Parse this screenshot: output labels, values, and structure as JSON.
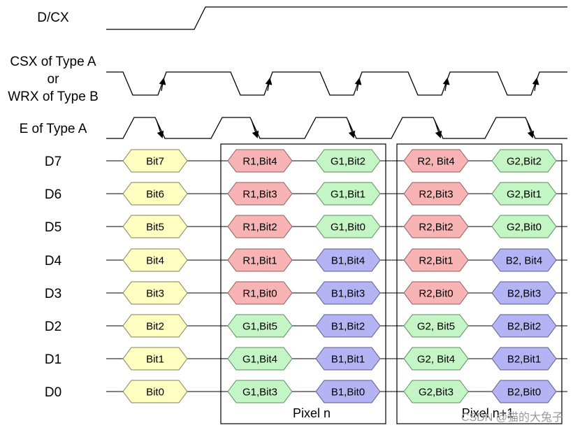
{
  "signals": {
    "dcx": "D/CX",
    "csx_line1": "CSX of Type A",
    "csx_line2": "or",
    "csx_line3": "WRX of Type B",
    "e": "E of Type A"
  },
  "lanes": [
    {
      "label": "D7",
      "cells": [
        "Bit7",
        "R1,Bit4",
        "G1,Bit2",
        "R2, Bit4",
        "G2,Bit2"
      ],
      "colors": [
        "yellow",
        "red",
        "green",
        "red",
        "green"
      ]
    },
    {
      "label": "D6",
      "cells": [
        "Bit6",
        "R1,Bit3",
        "G1,Bit1",
        "R2,Bit3",
        "G2,Bit1"
      ],
      "colors": [
        "yellow",
        "red",
        "green",
        "red",
        "green"
      ]
    },
    {
      "label": "D5",
      "cells": [
        "Bit5",
        "R1,Bit2",
        "G1,Bit0",
        "R2,Bit2",
        "G2,Bit0"
      ],
      "colors": [
        "yellow",
        "red",
        "green",
        "red",
        "green"
      ]
    },
    {
      "label": "D4",
      "cells": [
        "Bit4",
        "R1,Bit1",
        "B1,Bit4",
        "R2,Bit1",
        "B2, Bit4"
      ],
      "colors": [
        "yellow",
        "red",
        "blue",
        "red",
        "blue"
      ]
    },
    {
      "label": "D3",
      "cells": [
        "Bit3",
        "R1,Bit0",
        "B1,Bit3",
        "R2,Bit0",
        "B2,Bit3"
      ],
      "colors": [
        "yellow",
        "red",
        "blue",
        "red",
        "blue"
      ]
    },
    {
      "label": "D2",
      "cells": [
        "Bit2",
        "G1,Bit5",
        "B1,Bit2",
        "G2, Bit5",
        "B2,Bit2"
      ],
      "colors": [
        "yellow",
        "green",
        "blue",
        "green",
        "blue"
      ]
    },
    {
      "label": "D1",
      "cells": [
        "Bit1",
        "G1,Bit4",
        "B1,Bit1",
        "G2, Bit4",
        "B2,Bit1"
      ],
      "colors": [
        "yellow",
        "green",
        "blue",
        "green",
        "blue"
      ]
    },
    {
      "label": "D0",
      "cells": [
        "Bit0",
        "G1,Bit3",
        "B1,Bit0",
        "G2,Bit3",
        "B2,Bit0"
      ],
      "colors": [
        "yellow",
        "green",
        "blue",
        "green",
        "blue"
      ]
    }
  ],
  "pixel_boxes": [
    "Pixel n",
    "Pixel n+1"
  ],
  "watermark": "CSDN @猫的大兔子",
  "palette": {
    "yellow": {
      "fill": "#ffffc2",
      "stroke": "#7f7f5a"
    },
    "red": {
      "fill": "#f8b4b4",
      "stroke": "#8c5a5a"
    },
    "green": {
      "fill": "#c4f5c4",
      "stroke": "#5a8c5a"
    },
    "blue": {
      "fill": "#b4b4f5",
      "stroke": "#5a5a8c"
    },
    "line": "#000000"
  }
}
